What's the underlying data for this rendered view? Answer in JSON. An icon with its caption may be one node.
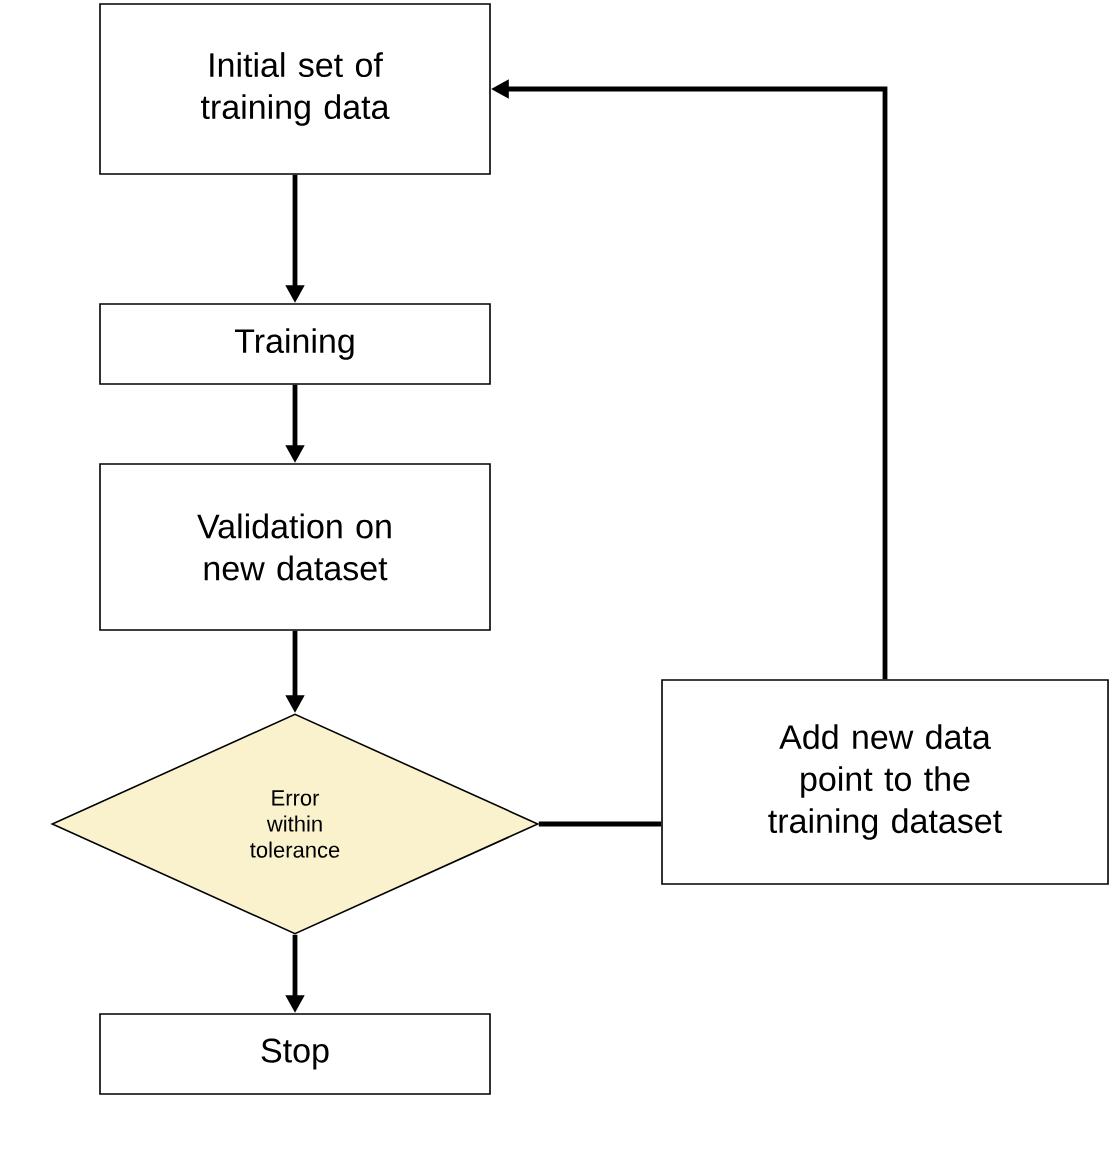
{
  "diagram": {
    "nodes": [
      {
        "text": [
          "Initial set of training data"
        ]
      },
      {
        "text": [
          "Training"
        ]
      },
      {
        "text": [
          "Validation on new dataset"
        ]
      },
      {
        "text": [
          "Error within tolerance"
        ]
      },
      {
        "text": [
          "Stop"
        ]
      },
      {
        "text": [
          "Add new data point to the training dataset"
        ]
      }
    ],
    "edges": [
      {
        "from": 0,
        "to": 1,
        "arrow": "to"
      },
      {
        "from": 1,
        "to": 2,
        "arrow": "to"
      },
      {
        "from": 2,
        "to": 3,
        "arrow": "to"
      },
      {
        "from": 3,
        "to": 4,
        "arrow": "to"
      },
      {
        "from": 3,
        "to": 5,
        "arrow": "none"
      },
      {
        "from": 5,
        "to": 0,
        "arrow": "to"
      }
    ]
  }
}
